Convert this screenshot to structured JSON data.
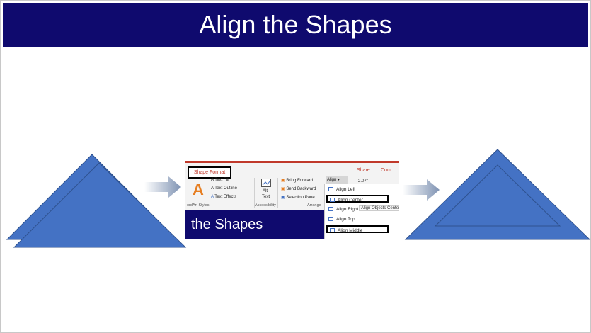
{
  "slide": {
    "title": "Align the Shapes"
  },
  "colors": {
    "title_bg": "#0f0a6e",
    "shape_fill": "#4472c4",
    "shape_stroke": "#2f528f",
    "arrow": "#8497b0",
    "accent_red": "#c0392b"
  },
  "ribbon": {
    "tab_shape_format": "Shape Format",
    "share": "Share",
    "comments": "Com",
    "wordart_styles_label": "ordArt Styles",
    "text_fill": "Text Fill",
    "text_outline": "Text Outline",
    "text_effects": "Text Effects",
    "alt_text_line1": "Alt",
    "alt_text_line2": "Text",
    "accessibility_label": "Accessibility",
    "bring_forward": "Bring Forward",
    "send_backward": "Send Backward",
    "selection_pane": "Selection Pane",
    "arrange_label": "Arrange",
    "align_button": "Align",
    "size_value": "2.07\"",
    "slide_title_preview": "the Shapes"
  },
  "align_menu": {
    "items": [
      {
        "label": "Align Left"
      },
      {
        "label": "Align Center"
      },
      {
        "label": "Align Right"
      },
      {
        "label": "Align Top"
      },
      {
        "label": "Align Middle"
      }
    ],
    "tooltip": "Align Objects Center"
  }
}
